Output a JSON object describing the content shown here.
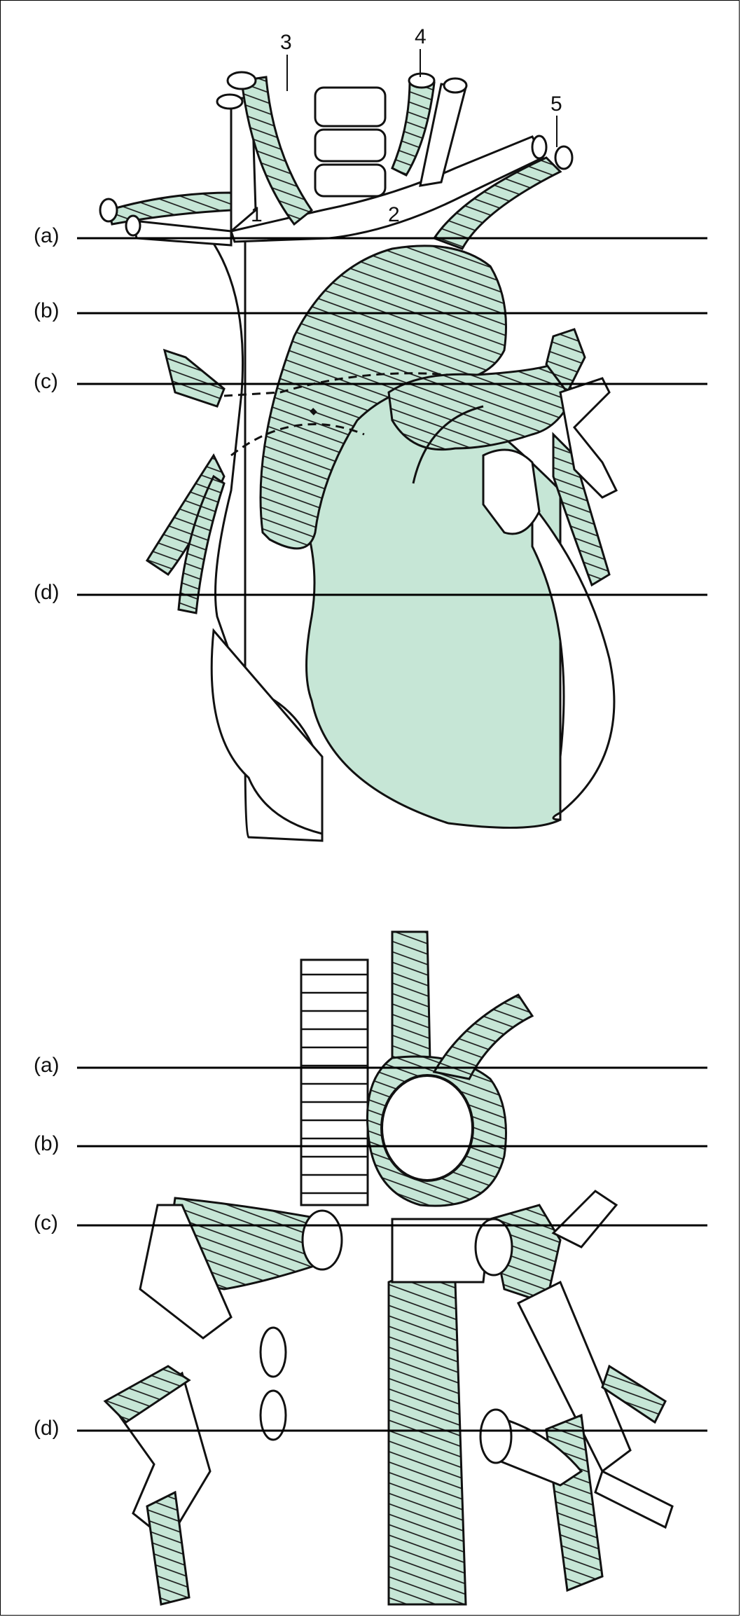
{
  "colors": {
    "vessel_fill": "#c6e6d6",
    "outline": "#111111",
    "line": "#000000",
    "background": "#ffffff",
    "gray_fill": "#cfcfcf"
  },
  "top_panel": {
    "levels": [
      "(a)",
      "(b)",
      "(c)",
      "(d)"
    ],
    "vessel_numbers": [
      "1",
      "2",
      "3",
      "4",
      "5"
    ]
  },
  "bottom_panel": {
    "levels": [
      "(a)",
      "(b)",
      "(c)",
      "(d)"
    ]
  }
}
